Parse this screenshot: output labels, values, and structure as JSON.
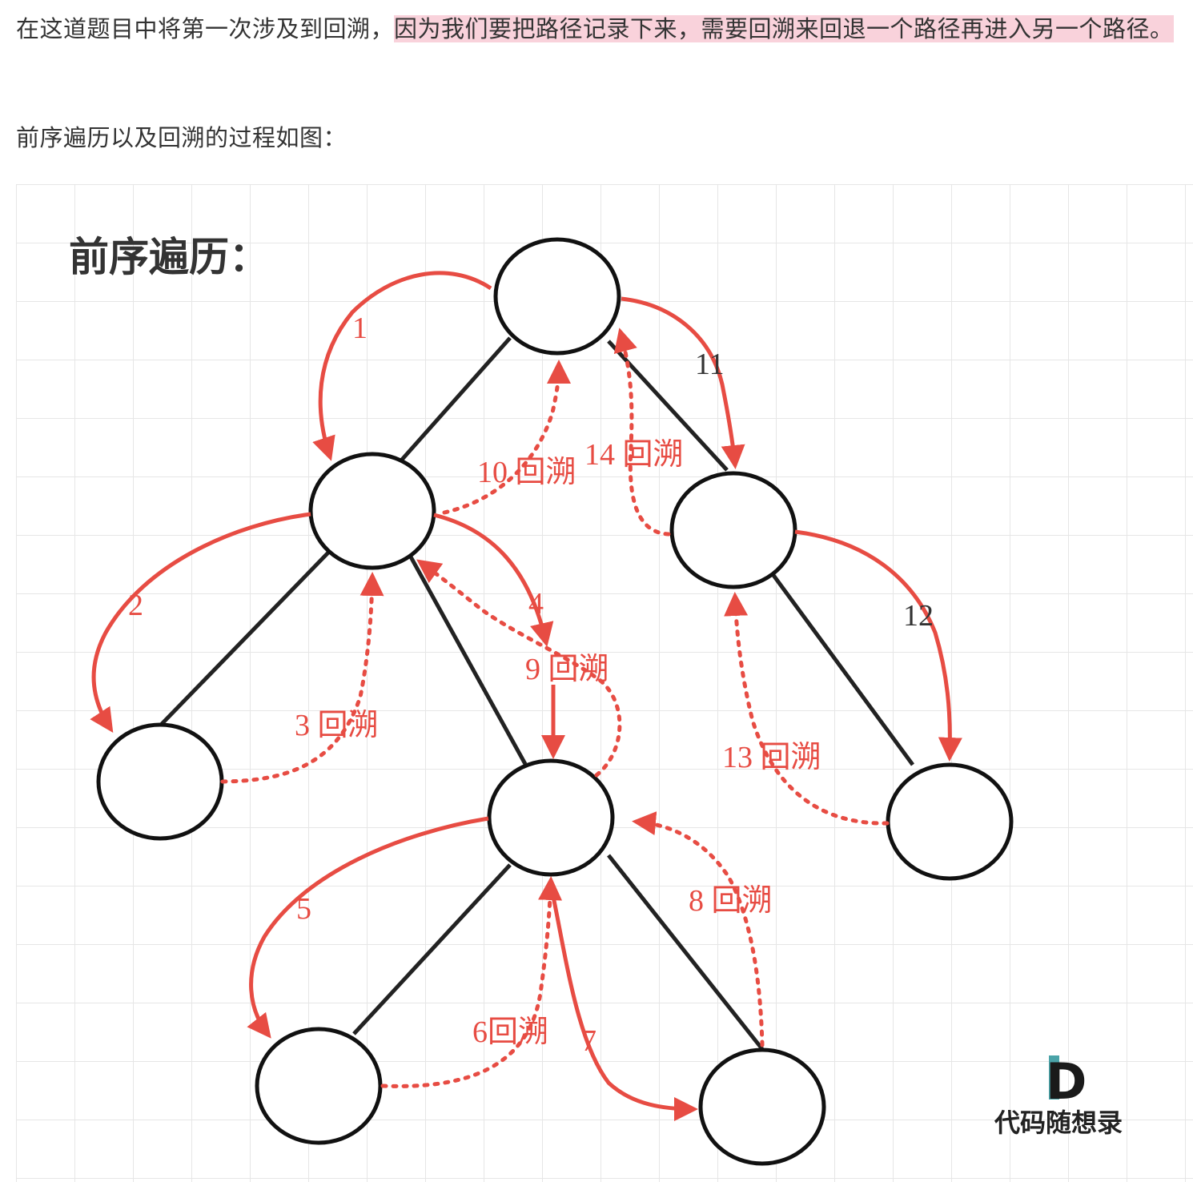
{
  "paragraph1": {
    "before": "在这道题目中将第一次涉及到回溯，",
    "highlight": "因为我们要把路径记录下来，需要回溯来回退一个路径再进入另一个路径。"
  },
  "paragraph2": "前序遍历以及回溯的过程如图：",
  "figure": {
    "title": "前序遍历：",
    "steps": {
      "s1": "1",
      "s2": "2",
      "s3": "3 回溯",
      "s4": "4",
      "s5": "5",
      "s6": "6回溯",
      "s7": "7",
      "s8": "8 回溯",
      "s9": "9 回溯",
      "s10": "10 回溯",
      "s11": "11",
      "s12": "12",
      "s13": "13 回溯",
      "s14": "14 回溯"
    },
    "brand": {
      "logo_letter": "D",
      "name": "代码随想录"
    },
    "colors": {
      "arrow": "#e74c43",
      "edge": "#222222",
      "highlight": "#f9d2db",
      "grid": "#e6e6e6"
    }
  }
}
